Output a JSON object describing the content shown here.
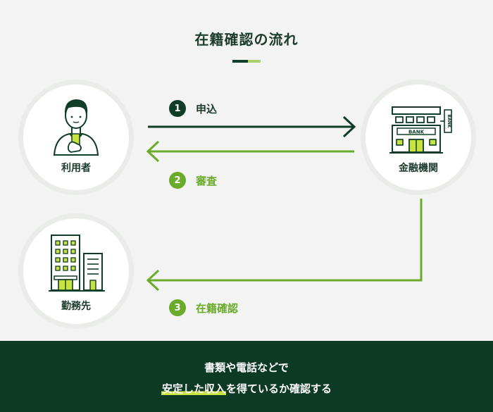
{
  "title": "在籍確認の流れ",
  "nodes": {
    "user": {
      "label": "利用者",
      "icon": "person-with-phone-icon"
    },
    "bank": {
      "label": "金融機関",
      "icon": "bank-building-icon",
      "sign_text": "BANK",
      "side_sign": "BANK"
    },
    "work": {
      "label": "勤務先",
      "icon": "office-building-icon"
    }
  },
  "steps": [
    {
      "number": "1",
      "label": "申込"
    },
    {
      "number": "2",
      "label": "審査"
    },
    {
      "number": "3",
      "label": "在籍確認"
    }
  ],
  "footer": {
    "line1": "書類や電話などで",
    "line2_highlight": "安定した収入",
    "line2_rest": "を得ているか確認する"
  },
  "colors": {
    "dark_green": "#0f3d27",
    "light_green": "#6bab2c",
    "footer_bg": "#0d3a24",
    "highlight": "#c8e33f"
  }
}
